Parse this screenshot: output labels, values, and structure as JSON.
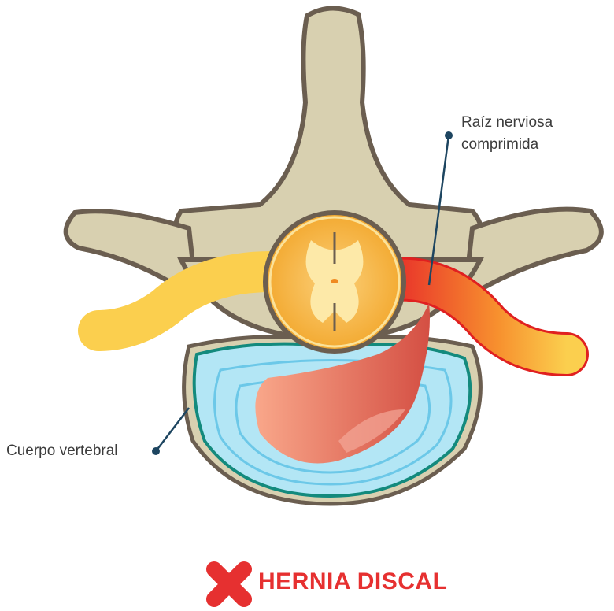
{
  "labels": {
    "nerve_root": [
      "Raíz nerviosa",
      "comprimida"
    ],
    "vertebral_body": "Cuerpo vertebral"
  },
  "title": "HERNIA DISCAL",
  "colors": {
    "accent": "#e63030",
    "bone": "#d8d0b0",
    "nerve": "#fbcf4e",
    "disc": "#b3e6f5",
    "hernia": "#e0705a",
    "pointer": "#1d4560"
  }
}
